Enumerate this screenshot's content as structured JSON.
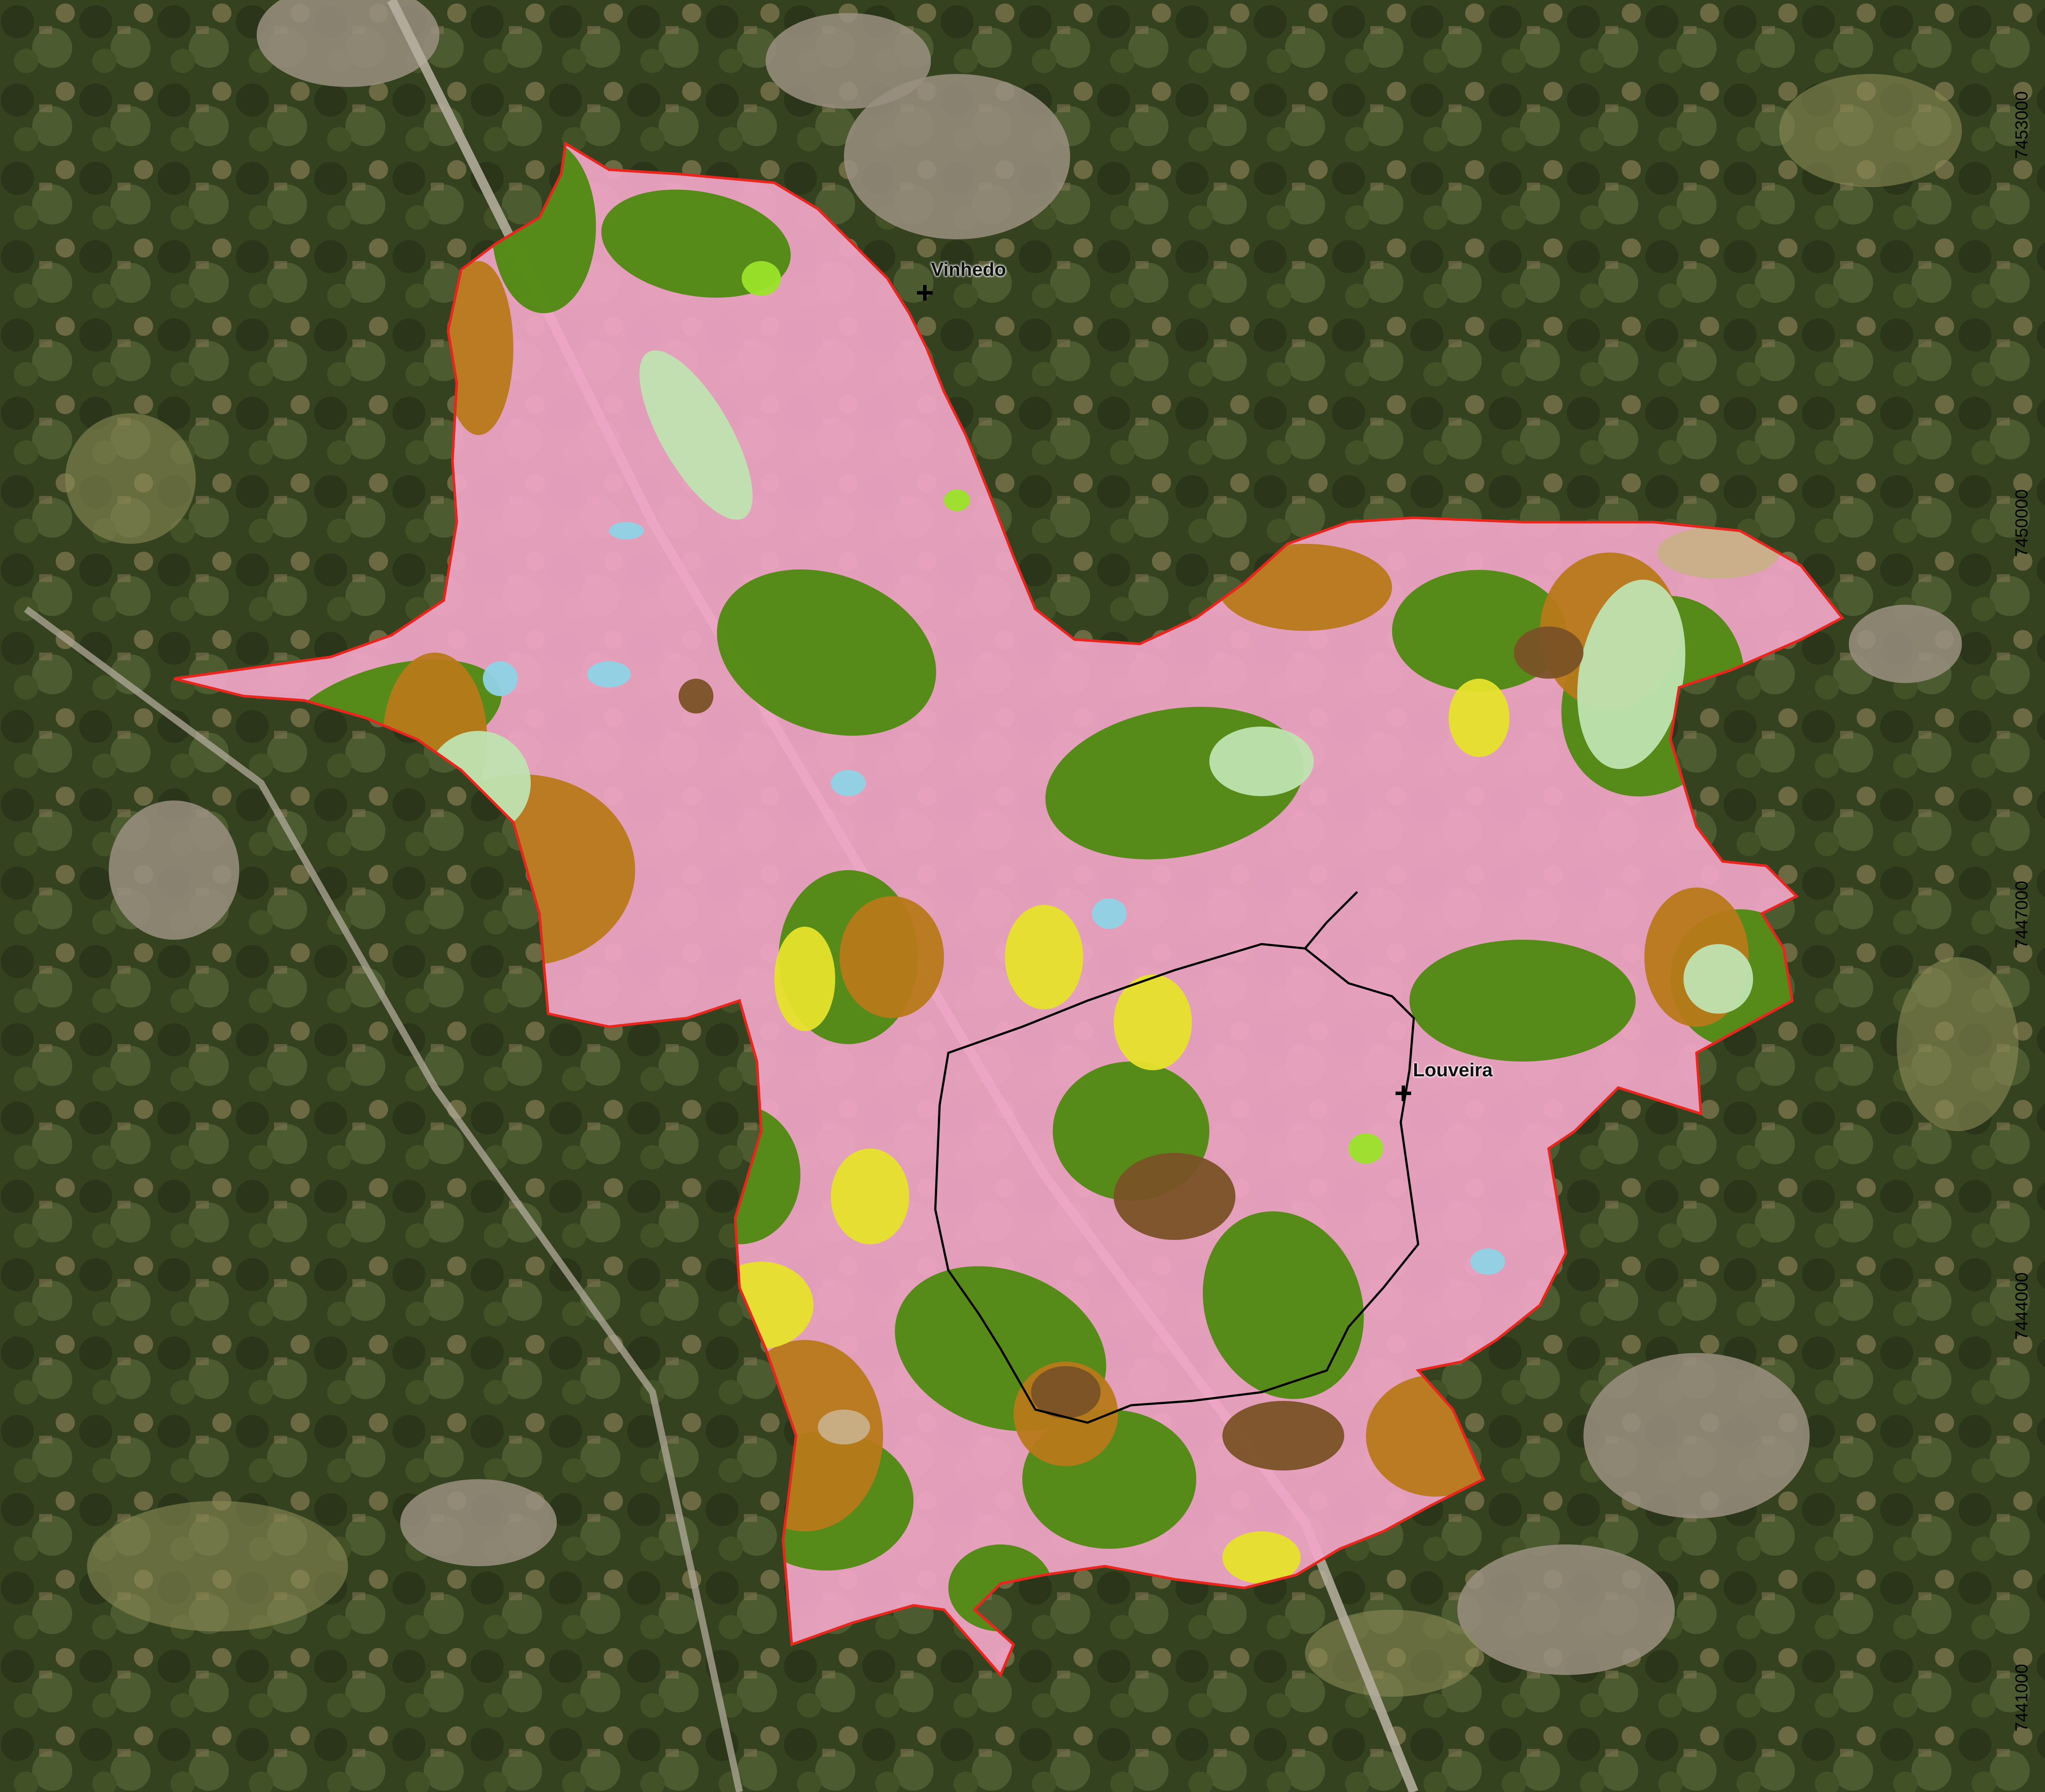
{
  "map": {
    "colors": {
      "urban": "#f2a6c8",
      "forest": "#4f8a10",
      "pasture": "#b8791a",
      "grassland_light": "#bfe3b0",
      "crop_yellow": "#e6e12a",
      "bare_soil": "#7a5226",
      "water": "#8fd3e6",
      "bright_green": "#9be32a",
      "beige": "#c9b088",
      "boundary": "#e8261e",
      "imagery_dark": "#2f3b22",
      "imagery_mid": "#56643a"
    },
    "right_axis_labels": [
      "7453000",
      "7450000",
      "7447000",
      "7444000",
      "7441000"
    ],
    "places": [
      {
        "name": "Vinhedo",
        "icon": "cross-marker-icon"
      },
      {
        "name": "Louveira",
        "icon": "cross-marker-icon"
      }
    ]
  }
}
